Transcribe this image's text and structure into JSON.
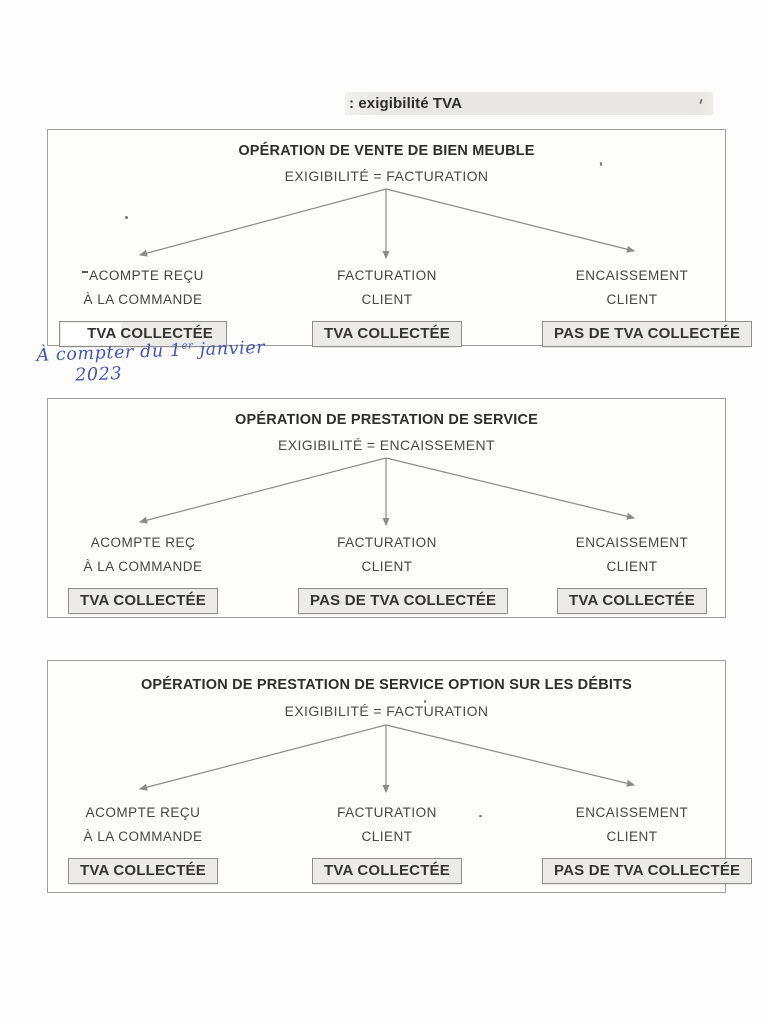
{
  "header": {
    "label": ": exigibilité TVA"
  },
  "note": {
    "line1_prefix": "À compter du 1",
    "line1_sup": "er",
    "line1_suffix": " janvier",
    "line2": "2023"
  },
  "panels": [
    {
      "title": "OPÉRATION DE VENTE DE BIEN MEUBLE",
      "subtitle": "EXIGIBILITÉ = FACTURATION",
      "branches": [
        {
          "line1": "ACOMPTE REÇU",
          "line2": "À LA COMMANDE",
          "result": "TVA COLLECTÉE"
        },
        {
          "line1": "FACTURATION",
          "line2": "CLIENT",
          "result": "TVA COLLECTÉE"
        },
        {
          "line1": "ENCAISSEMENT",
          "line2": "CLIENT",
          "result": "PAS DE TVA COLLECTÉE"
        }
      ]
    },
    {
      "title": "OPÉRATION DE PRESTATION DE SERVICE",
      "subtitle": "EXIGIBILITÉ = ENCAISSEMENT",
      "branches": [
        {
          "line1": "ACOMPTE REÇ",
          "line2": "À  LA COMMANDE",
          "result": "TVA COLLECTÉE"
        },
        {
          "line1": "FACTURATION",
          "line2": "CLIENT",
          "result": "PAS DE TVA COLLECTÉE"
        },
        {
          "line1": "ENCAISSEMENT",
          "line2": "CLIENT",
          "result": "TVA COLLECTÉE"
        }
      ]
    },
    {
      "title": "OPÉRATION DE PRESTATION DE SERVICE OPTION SUR LES DÉBITS",
      "subtitle": "EXIGIBILITÉ = FACTURATION",
      "branches": [
        {
          "line1": "ACOMPTE REÇU",
          "line2": "À  LA COMMANDE",
          "result": "TVA COLLECTÉE"
        },
        {
          "line1": "FACTURATION",
          "line2": "CLIENT",
          "result": "TVA COLLECTÉE"
        },
        {
          "line1": "ENCAISSEMENT",
          "line2": "CLIENT",
          "result": "PAS DE TVA COLLECTÉE"
        }
      ]
    }
  ],
  "colors": {
    "ink_blue": "#4156b8",
    "header_strip_gray": "#e8e7e3",
    "result_box_bg": "#ecebe8",
    "panel_border_gray": "#9f9f9d",
    "arrow_gray": "#8b8b89",
    "text_dark": "#2e2e2e"
  }
}
